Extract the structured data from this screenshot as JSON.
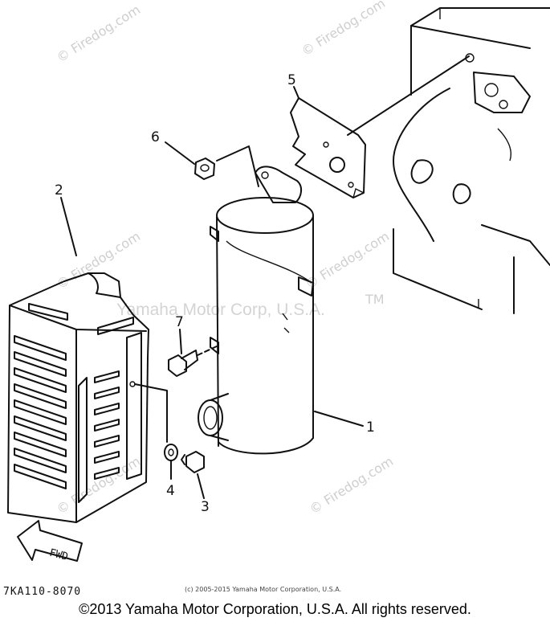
{
  "diagram": {
    "code": "7KA110-8070",
    "fwd_label": "FWD",
    "small_copyright": "(c) 2005-2015 Yamaha Motor Corporation, U.S.A.",
    "footer_copyright": "©2013 Yamaha Motor Corporation, U.S.A. All rights reserved.",
    "watermarks": {
      "site": "© Firedog.com",
      "brand": "Yamaha Motor Corp, U.S.A.",
      "tm": "TM"
    },
    "callouts": [
      "1",
      "2",
      "3",
      "4",
      "5",
      "6",
      "7"
    ]
  }
}
